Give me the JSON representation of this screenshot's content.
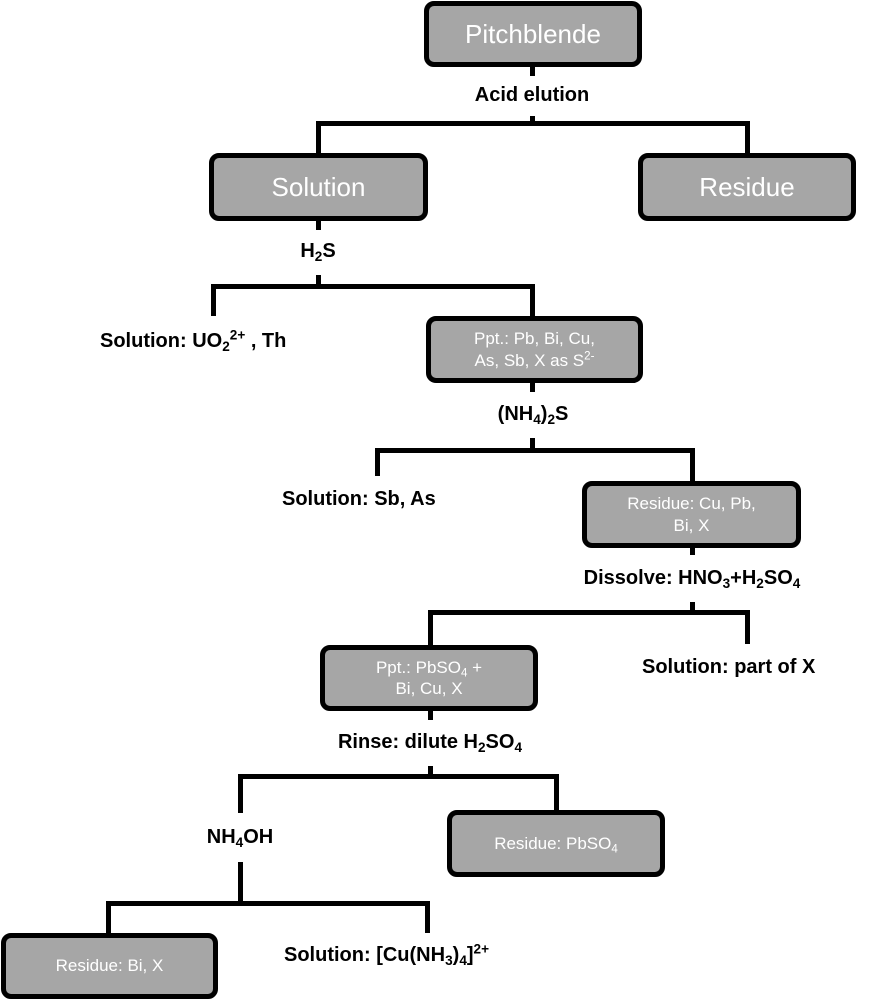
{
  "diagram": {
    "title": "Pitchblende separation scheme",
    "nodes": {
      "pitchblende": {
        "text": "Pitchblende"
      },
      "solution": {
        "text": "Solution"
      },
      "residue": {
        "text": "Residue"
      },
      "ppt_sulfides": {
        "line1": "Ppt.: Pb, Bi, Cu,",
        "line2_prefix": "As, Sb, X as S",
        "line2_sup": "2-"
      },
      "residue_cu_pb_bi_x": {
        "line1": "Residue: Cu, Pb,",
        "line2": "Bi, X"
      },
      "ppt_pbso4": {
        "line1_prefix": "Ppt.: PbSO",
        "line1_sub": "4",
        "line1_suffix": " +",
        "line2": "Bi, Cu, X"
      },
      "residue_pbso4": {
        "prefix": "Residue: PbSO",
        "sub": "4"
      },
      "residue_bi_x": {
        "text": "Residue: Bi, X"
      }
    },
    "reagents": {
      "acid_elution": {
        "text": "Acid elution"
      },
      "h2s": {
        "a": "H",
        "sub": "2",
        "b": "S"
      },
      "nh4_2s": {
        "a": "(NH",
        "sub1": "4",
        "b": ")",
        "sub2": "2",
        "c": "S"
      },
      "dissolve": {
        "a": "Dissolve: HNO",
        "sub1": "3",
        "b": "+H",
        "sub2": "2",
        "c": "SO",
        "sub3": "4"
      },
      "rinse": {
        "a": "Rinse: dilute H",
        "sub1": "2",
        "b": "SO",
        "sub2": "4"
      },
      "nh4oh": {
        "a": "NH",
        "sub": "4",
        "b": "OH"
      }
    },
    "solutions": {
      "uo2_th": {
        "a": "Solution: UO",
        "sub": "2",
        "sup": "2+",
        "b": " , Th"
      },
      "sb_as": {
        "text": "Solution: Sb, As"
      },
      "part_of_x": {
        "text": "Solution: part of X"
      },
      "cu_nh3": {
        "a": "Solution: [Cu(NH",
        "sub1": "3",
        "b": ")",
        "sub2": "4",
        "c": "]",
        "sup": "2+"
      }
    }
  }
}
